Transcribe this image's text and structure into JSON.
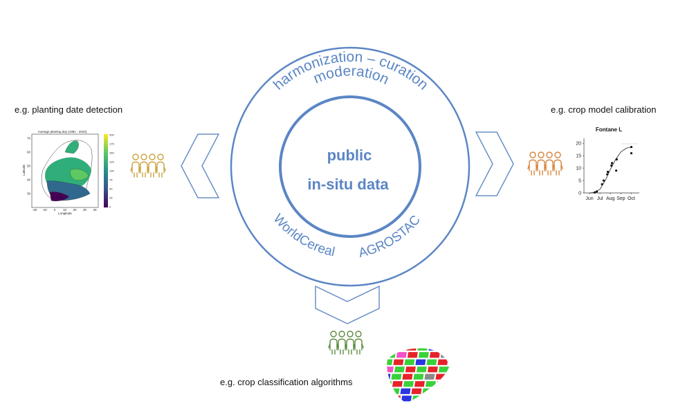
{
  "colors": {
    "ring": "#5b86c5",
    "chevron": "#6a8fc8",
    "people_left": "#c9a23a",
    "people_right": "#d9823a",
    "people_bottom": "#5a8a3a"
  },
  "center": {
    "title_line1": "public",
    "title_line2": "in-situ data"
  },
  "ring": {
    "top_line1": "harmonization – curation",
    "top_line2": "moderation",
    "bottom_left": "WorldCereal",
    "bottom_right": "AGROSTAC"
  },
  "captions": {
    "left": "e.g. planting date detection",
    "right": "e.g. crop model calibration",
    "bottom": "e.g. crop classification algorithms"
  },
  "icons": {
    "people_left": "people-group-icon",
    "people_right": "people-group-icon",
    "people_bottom": "people-group-icon",
    "arrow_left": "chevron-left-icon",
    "arrow_right": "chevron-right-icon",
    "arrow_down": "chevron-down-icon"
  },
  "map_thumb": {
    "title": "Average planting day (1981 - 2023)",
    "xlabel": "Longitude",
    "ylabel": "Latitude",
    "xticks": [
      "-20",
      "-10",
      "0",
      "10",
      "20",
      "30",
      "40"
    ],
    "yticks": [
      "70",
      "60",
      "50",
      "40",
      "30"
    ],
    "colorbar_ticks": [
      "200",
      "175",
      "150",
      "125",
      "100",
      "75",
      "50",
      "25",
      "0"
    ]
  },
  "chart_data": {
    "type": "scatter",
    "title": "Fontane L",
    "xlabel": "",
    "ylabel": "",
    "categories": [
      "Jun",
      "Jul",
      "Aug",
      "Sep",
      "Oct"
    ],
    "yticks": [
      "0",
      "5",
      "10",
      "15",
      "20"
    ],
    "ylim": [
      0,
      22
    ],
    "xlim": [
      0,
      4.5
    ],
    "points": [
      {
        "x": 0.5,
        "y": 0.2
      },
      {
        "x": 0.7,
        "y": 0.6
      },
      {
        "x": 1.2,
        "y": 3.5
      },
      {
        "x": 1.35,
        "y": 5.0
      },
      {
        "x": 1.7,
        "y": 7.5
      },
      {
        "x": 1.75,
        "y": 8.5
      },
      {
        "x": 2.1,
        "y": 11.0
      },
      {
        "x": 2.15,
        "y": 12.0
      },
      {
        "x": 2.55,
        "y": 9.0
      },
      {
        "x": 2.6,
        "y": 13.5
      },
      {
        "x": 4.0,
        "y": 18.5
      },
      {
        "x": 4.0,
        "y": 16.0
      }
    ],
    "curve": [
      {
        "x": 0.0,
        "y": 0.0
      },
      {
        "x": 0.5,
        "y": 0.2
      },
      {
        "x": 1.0,
        "y": 1.5
      },
      {
        "x": 1.5,
        "y": 5.0
      },
      {
        "x": 2.0,
        "y": 9.5
      },
      {
        "x": 2.5,
        "y": 13.5
      },
      {
        "x": 3.0,
        "y": 16.5
      },
      {
        "x": 3.5,
        "y": 18.0
      },
      {
        "x": 4.0,
        "y": 18.5
      }
    ]
  },
  "field_thumb": {
    "colors": [
      "#e6222a",
      "#39d13a",
      "#2a36e0",
      "#f252c9",
      "#8a8a8a",
      "#ffffff"
    ]
  }
}
